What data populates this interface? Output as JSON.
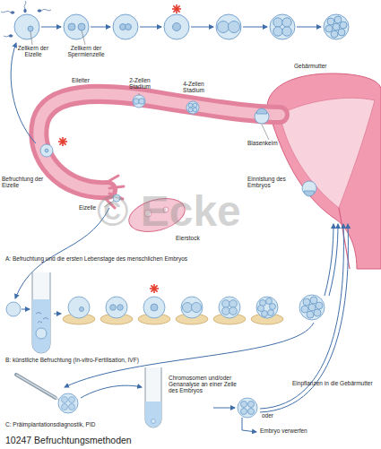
{
  "diagram": {
    "caption": "10247 Befruchtungsmethoden",
    "labels": [
      "Zellkern der Eizelle",
      "Zellkern der Spermienzelle",
      "Eileiter",
      "2-Zellen Stadium",
      "4-Zellen Stadium",
      "Gebärmutter",
      "Blasenkeim",
      "Befruchtung der Eizelle",
      "Einnistung des Embryos",
      "Eizelle",
      "Eierstock",
      "A: Befruchtung und die ersten Lebenstage des menschlichen Embryos",
      "B: künstliche Befruchtung (In-vitro-Fertilisation, IVF)",
      "Einpflanzen in die Gebärmutter",
      "Chromosomen und/oder Genanalyse an einer Zelle des Embryos",
      "oder",
      "Embryo verwerfen",
      "C: Präimplantationsdiagnostik, PID",
      "© Ecke"
    ]
  }
}
